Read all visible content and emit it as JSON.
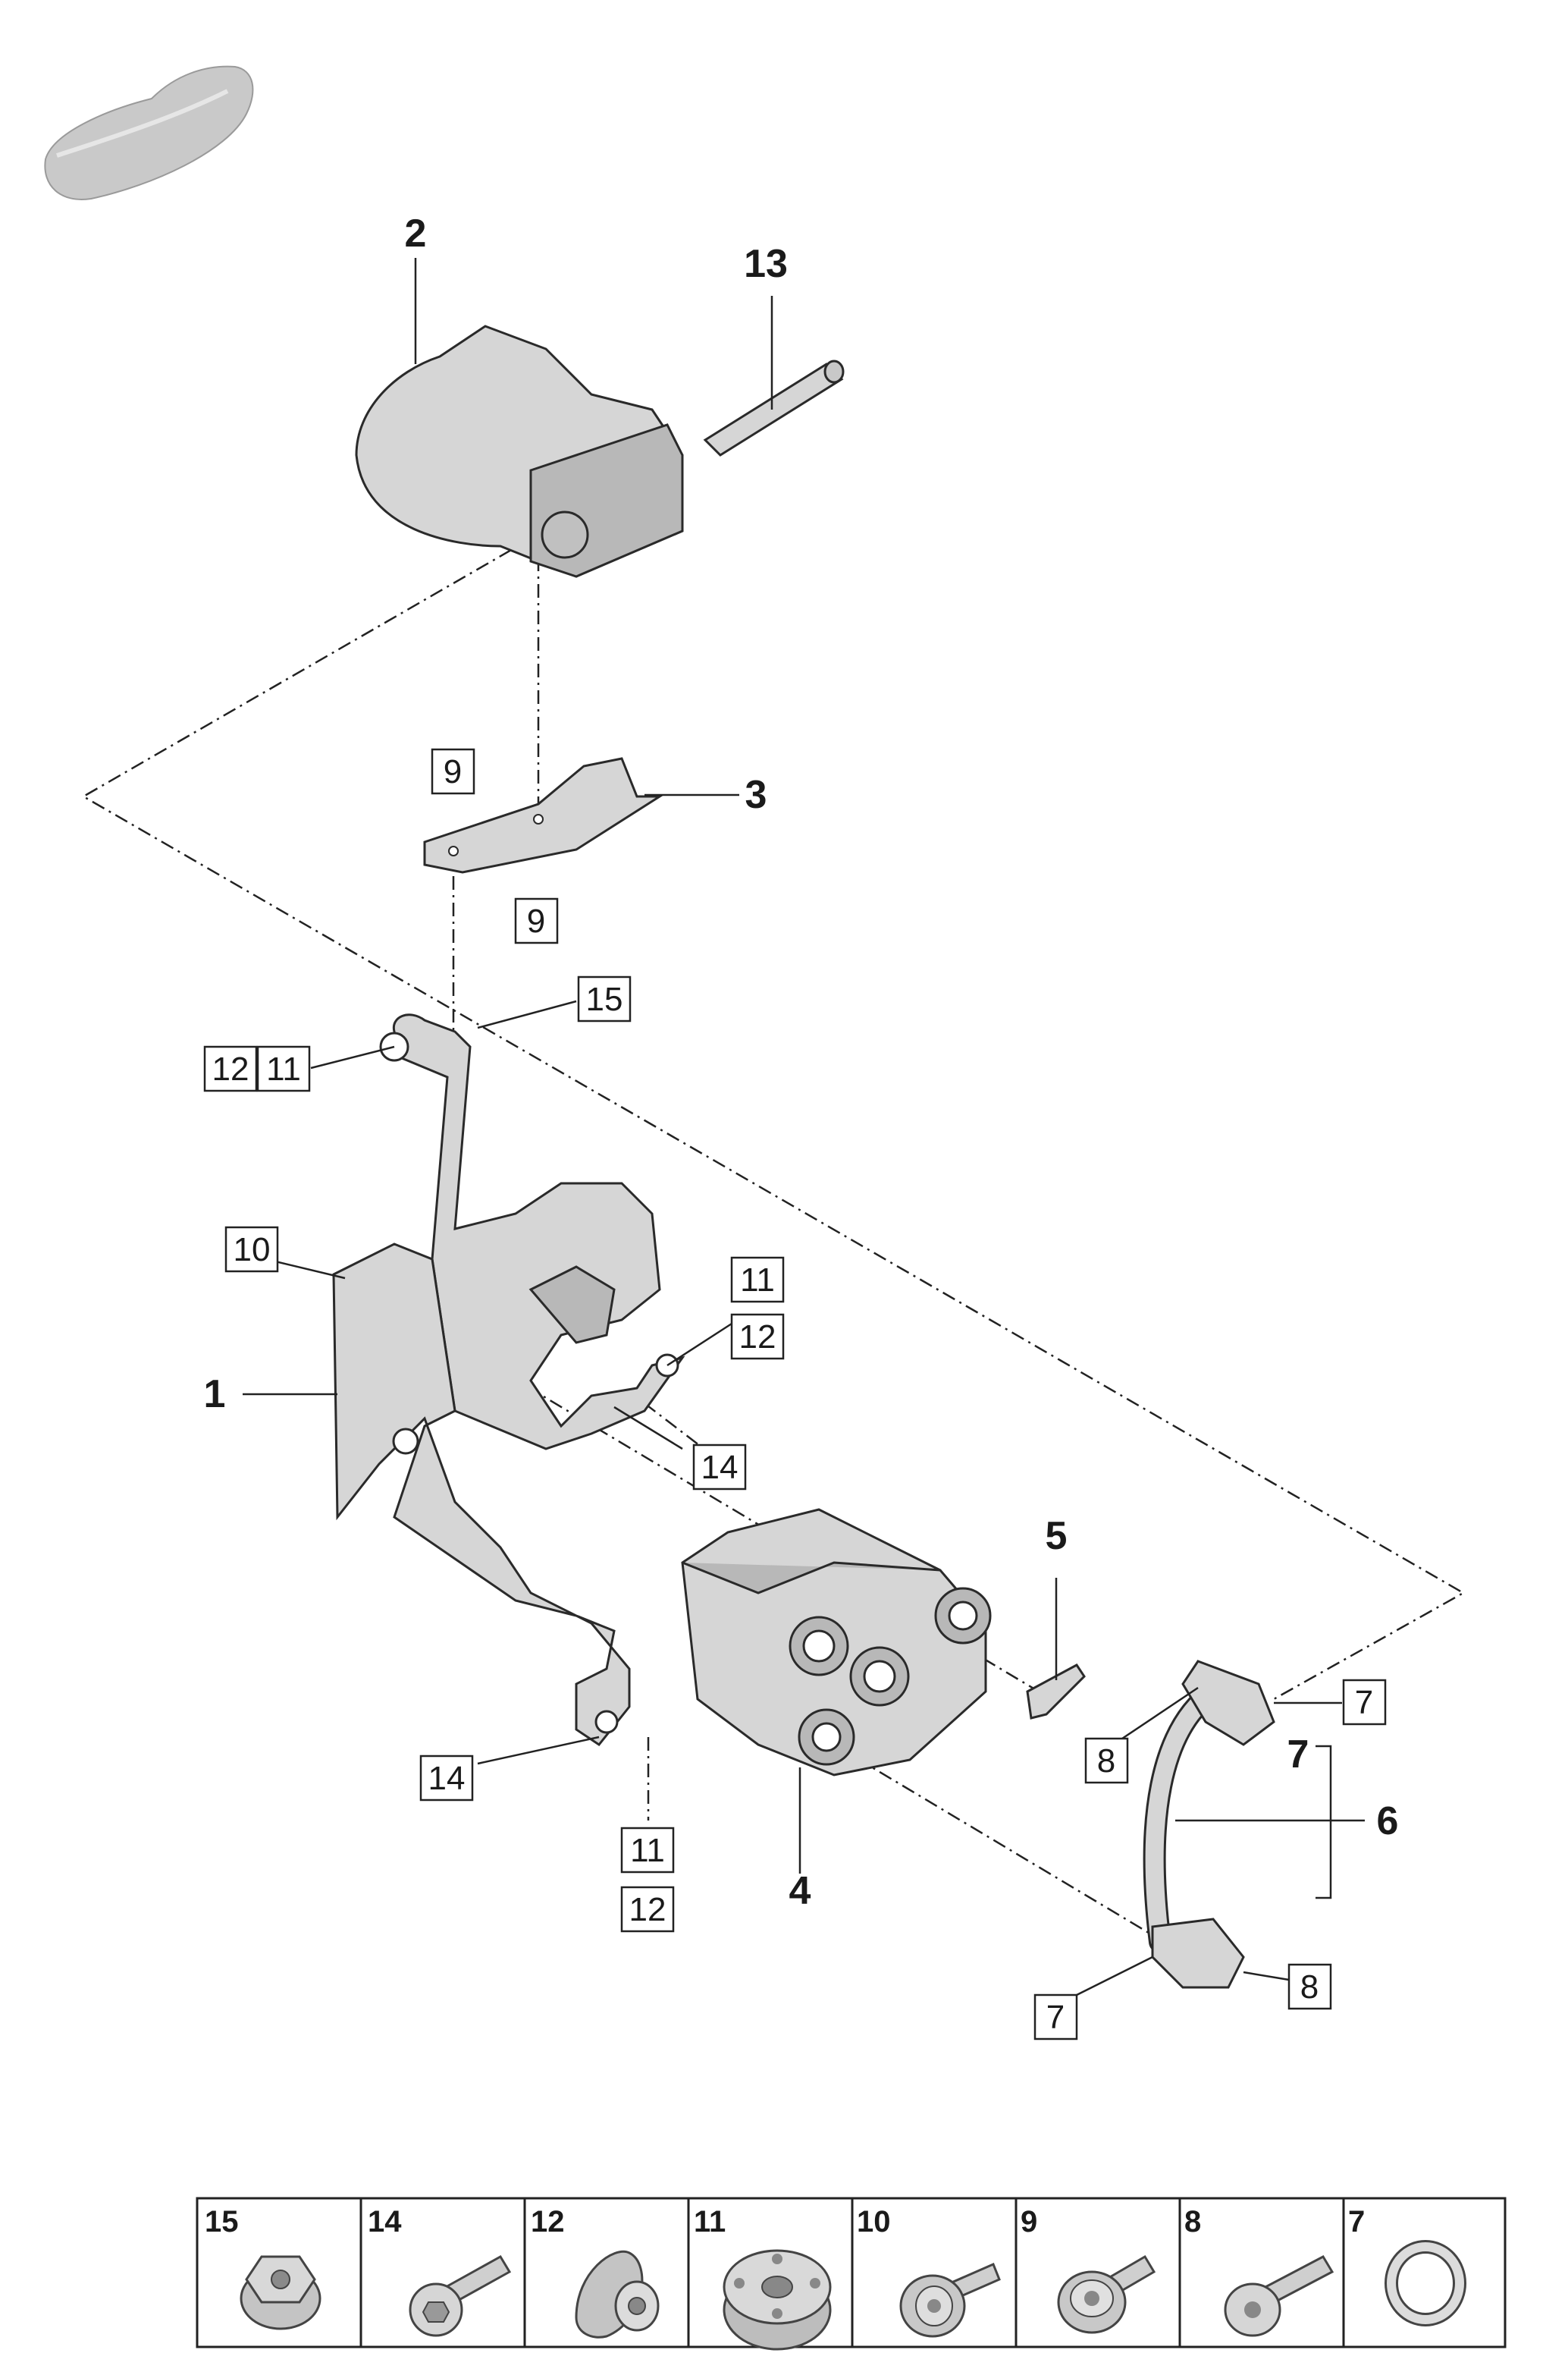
{
  "diagram": {
    "callouts": {
      "c1": "1",
      "c2": "2",
      "c3": "3",
      "c4": "4",
      "c5": "5",
      "c6": "6",
      "c7": "7",
      "c13": "13"
    },
    "boxed_labels": {
      "b9a": "9",
      "b9b": "9",
      "b15": "15",
      "b12a": "12",
      "b11a": "11",
      "b10": "10",
      "b11b": "11",
      "b12b": "12",
      "b14a": "14",
      "b14b": "14",
      "b11c": "11",
      "b12c": "12",
      "b8a": "8",
      "b7a": "7",
      "b7b": "7",
      "b8b": "8"
    }
  },
  "legend": {
    "items": [
      {
        "number": "15",
        "icon": "flange-nut-icon"
      },
      {
        "number": "14",
        "icon": "hex-bolt-icon"
      },
      {
        "number": "12",
        "icon": "stepped-nut-icon"
      },
      {
        "number": "11",
        "icon": "grommet-icon"
      },
      {
        "number": "10",
        "icon": "flat-head-bolt-icon"
      },
      {
        "number": "9",
        "icon": "torx-screw-icon"
      },
      {
        "number": "8",
        "icon": "torx-bolt-icon"
      },
      {
        "number": "7",
        "icon": "o-ring-icon"
      }
    ]
  }
}
